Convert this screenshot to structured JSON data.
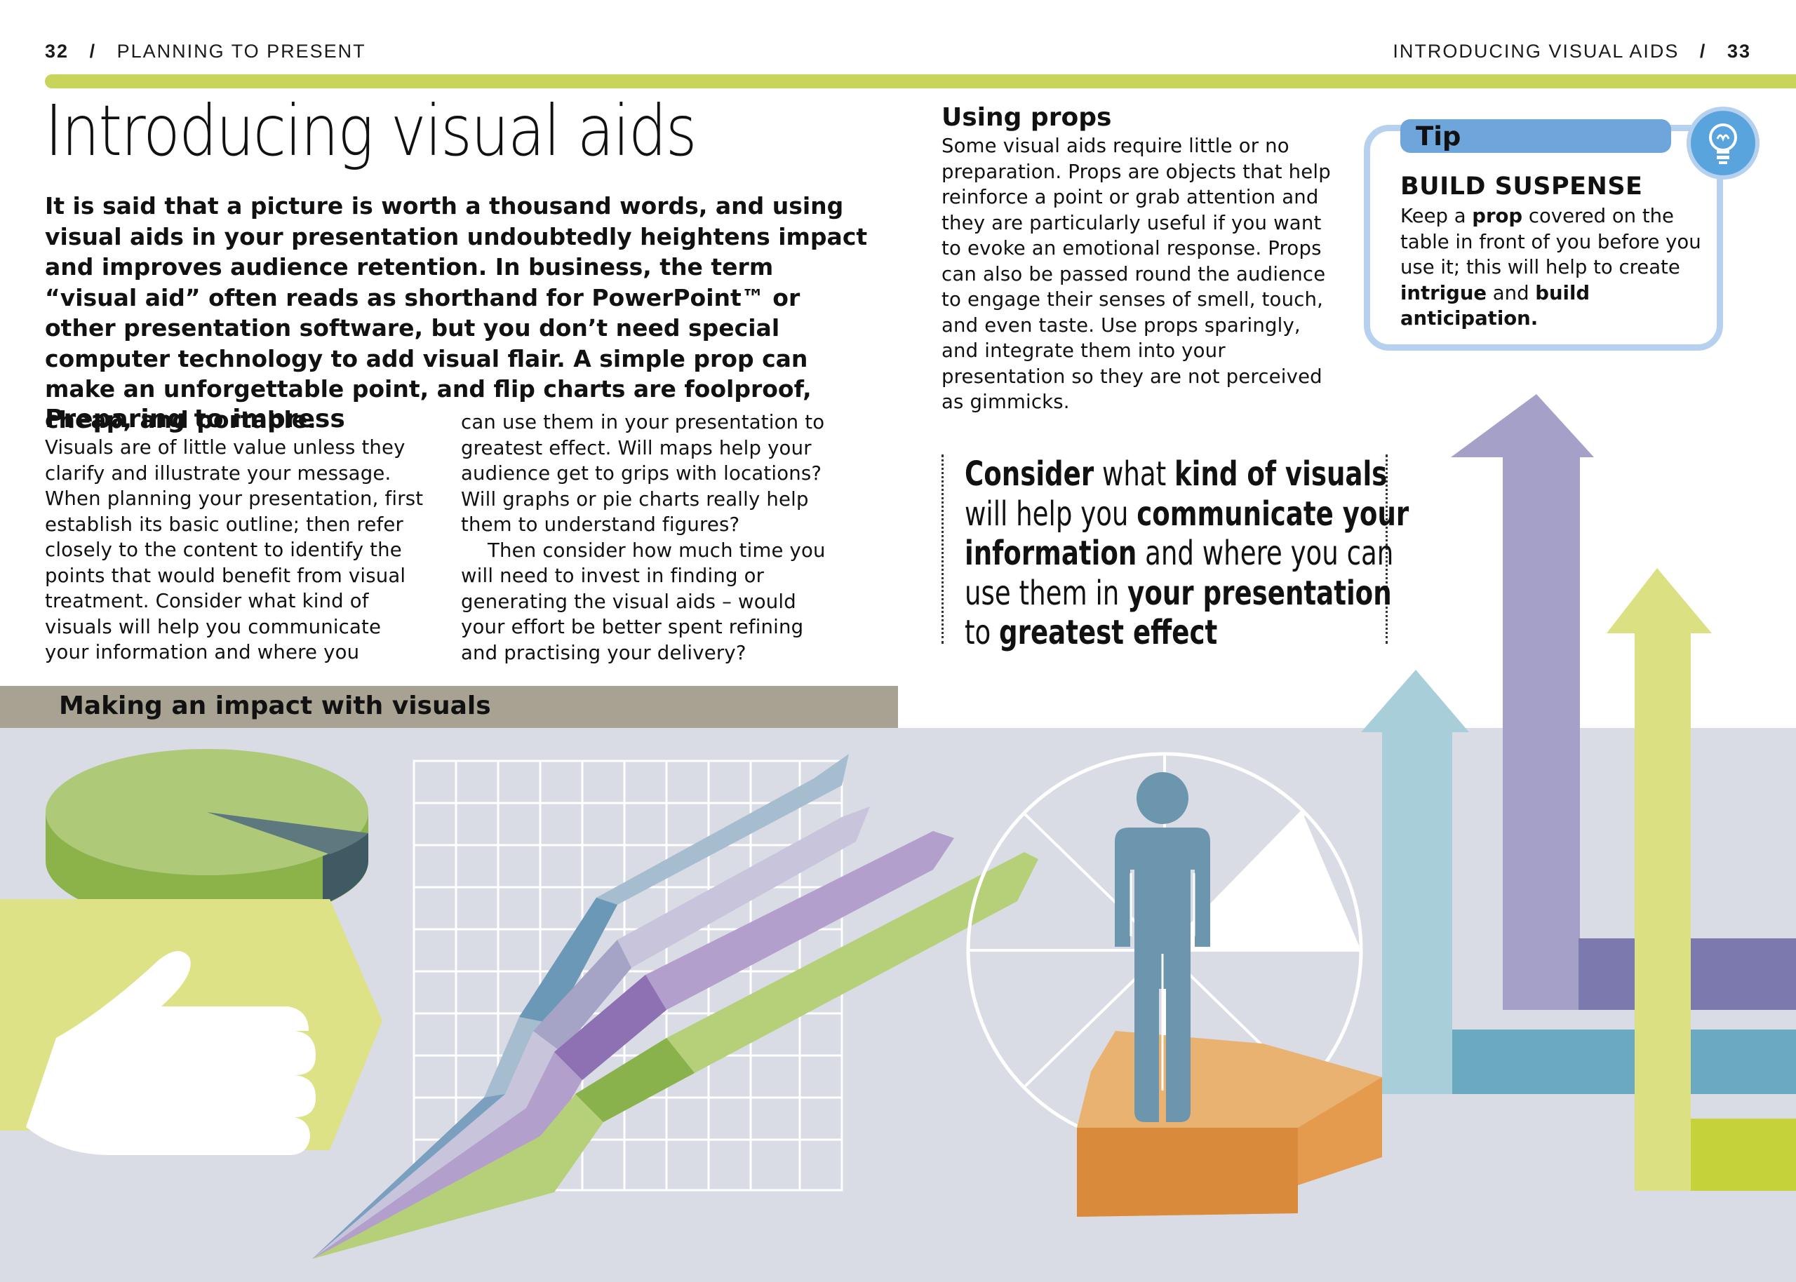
{
  "header": {
    "left_page_number": "32",
    "left_separator": "/",
    "left_section": "PLANNING TO PRESENT",
    "right_section": "INTRODUCING VISUAL AIDS",
    "right_separator": "/",
    "right_page_number": "33"
  },
  "colors": {
    "accent_bar": "#c8d55a",
    "banner_bg": "#a7a292",
    "illustration_bg": "#d9dbe5",
    "tip_blue": "#6ea6dc",
    "tip_border": "#b6d1ef"
  },
  "title": "Introducing visual aids",
  "intro": "It is said that a picture is worth a thousand words, and using visual aids in your presentation undoubtedly heightens impact and improves audience retention. In business, the term “visual aid” often reads as shorthand for PowerPoint™ or other presentation software, but you don’t need special computer technology to add visual flair. A simple prop can make an unforgettable point, and flip charts are foolproof, cheap, and portable.",
  "preparing": {
    "heading": "Preparing to impress",
    "col1": "Visuals are of little value unless they clarify and illustrate your message. When planning your presentation, first establish its basic outline; then refer closely to the content to identify the points that would benefit from visual treatment. Consider what kind of visuals will help you communicate your information and where you",
    "col2_p1": "can use them in your presentation to greatest effect. Will maps help your audience get to grips with locations? Will graphs or pie charts really help them to understand figures?",
    "col2_p2": "Then consider how much time you will need to invest in finding or generating the visual aids – would your effort be better spent refining and practising your delivery?"
  },
  "props": {
    "heading": "Using props",
    "body": "Some visual aids require little or no preparation. Props are objects that help reinforce a point or grab attention and they are particularly useful if you want to evoke an emotional response. Props can also be passed round the audience to engage their senses of smell, touch, and even taste. Use props sparingly, and integrate them into your presentation so they are not perceived as gimmicks."
  },
  "quote": {
    "line1_bold": "Consider",
    "line1_light": " what ",
    "line1_bold2": "kind of visuals",
    "line2_light": "will help you ",
    "line2_bold": "communicate your",
    "line3_bold": "information",
    "line3_light": " and where you can",
    "line4_light": "use them in ",
    "line4_bold": "your presentation",
    "line5_light": "to ",
    "line5_bold": "greatest effect"
  },
  "tip": {
    "label": "Tip",
    "icon": "lightbulb-icon",
    "heading": "BUILD SUSPENSE",
    "text_1": "Keep a ",
    "text_bold_1": "prop",
    "text_2": " covered on the table in front of you before you use it; this will help to create ",
    "text_bold_2": "intrigue",
    "text_3": " and ",
    "text_bold_3": "build anticipation."
  },
  "banner": {
    "text": "Making an impact with visuals"
  }
}
